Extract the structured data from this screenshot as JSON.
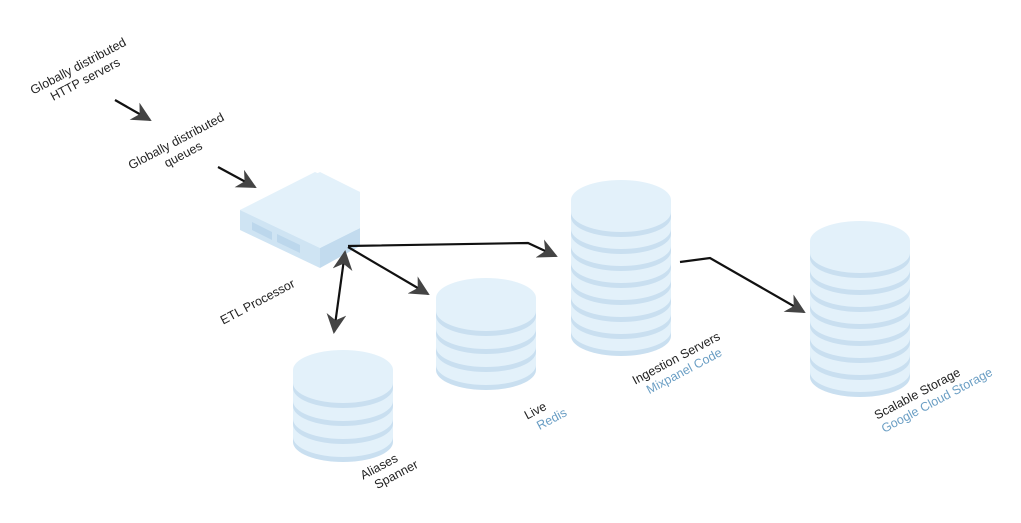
{
  "diagram": {
    "nodes": {
      "http_servers": {
        "line1": "Globally distributed",
        "line2": "HTTP servers"
      },
      "queues": {
        "line1": "Globally distributed",
        "line2": "queues"
      },
      "etl": {
        "label": "ETL Processor"
      },
      "aliases": {
        "label": "Aliases",
        "sub": "Spanner"
      },
      "live": {
        "label": "Live",
        "sub": "Redis"
      },
      "ingestion": {
        "label": "Ingestion Servers",
        "sub": "Mixpanel Code"
      },
      "storage": {
        "label": "Scalable Storage",
        "sub": "Google Cloud Storage"
      }
    },
    "edges": [
      {
        "from": "http_servers",
        "to": "queues"
      },
      {
        "from": "queues",
        "to": "etl"
      },
      {
        "from": "etl",
        "to": "aliases",
        "bidirectional": true
      },
      {
        "from": "etl",
        "to": "live"
      },
      {
        "from": "etl",
        "to": "ingestion"
      },
      {
        "from": "ingestion",
        "to": "storage"
      }
    ],
    "colors": {
      "db_top": "#e3f1fa",
      "db_band": "#c9dff0",
      "arrow": "#111111",
      "arrowhead": "#444444",
      "sub_label": "#6a9ec4"
    }
  }
}
